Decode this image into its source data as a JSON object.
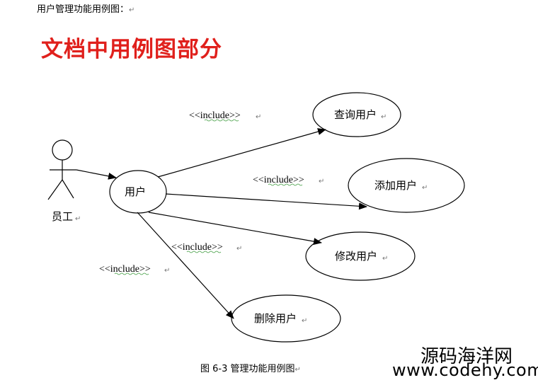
{
  "doc": {
    "heading": "用户管理功能用例图：",
    "overlay_title": "文档中用例图部分",
    "caption": "图 6-3  管理功能用例图",
    "para_mark": "↵"
  },
  "diagram": {
    "actor": {
      "label": "员工"
    },
    "usecases": [
      {
        "id": "user",
        "label": "用户"
      },
      {
        "id": "query",
        "label": "查询用户"
      },
      {
        "id": "add",
        "label": "添加用户"
      },
      {
        "id": "modify",
        "label": "修改用户"
      },
      {
        "id": "delete",
        "label": "删除用户"
      }
    ],
    "relations": [
      {
        "from": "user",
        "to": "query",
        "label": "<<include>>"
      },
      {
        "from": "user",
        "to": "add",
        "label": "<<include>>"
      },
      {
        "from": "user",
        "to": "modify",
        "label": "<<include>>"
      },
      {
        "from": "user",
        "to": "delete",
        "label": "<<include>>"
      }
    ]
  },
  "watermark": {
    "line1": "源码海洋网",
    "line2": "www.codehy.com"
  }
}
